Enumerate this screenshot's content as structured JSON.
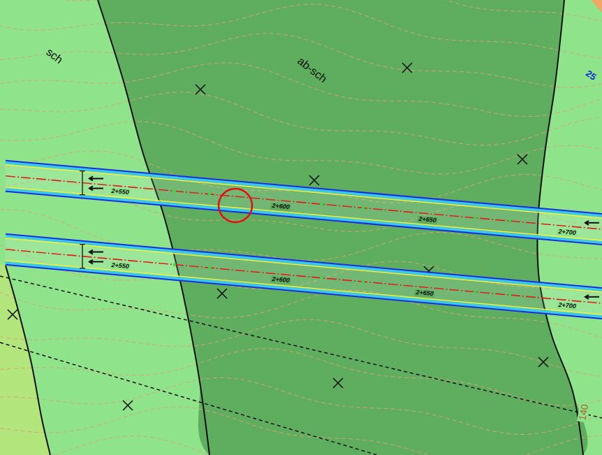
{
  "diagram": {
    "labels": [
      "sch",
      "ab-sch",
      "25",
      "2+550",
      "2+600",
      "2+650",
      "2+700",
      "2+550",
      "2+600",
      "2+650",
      "2+700",
      "140"
    ]
  }
}
